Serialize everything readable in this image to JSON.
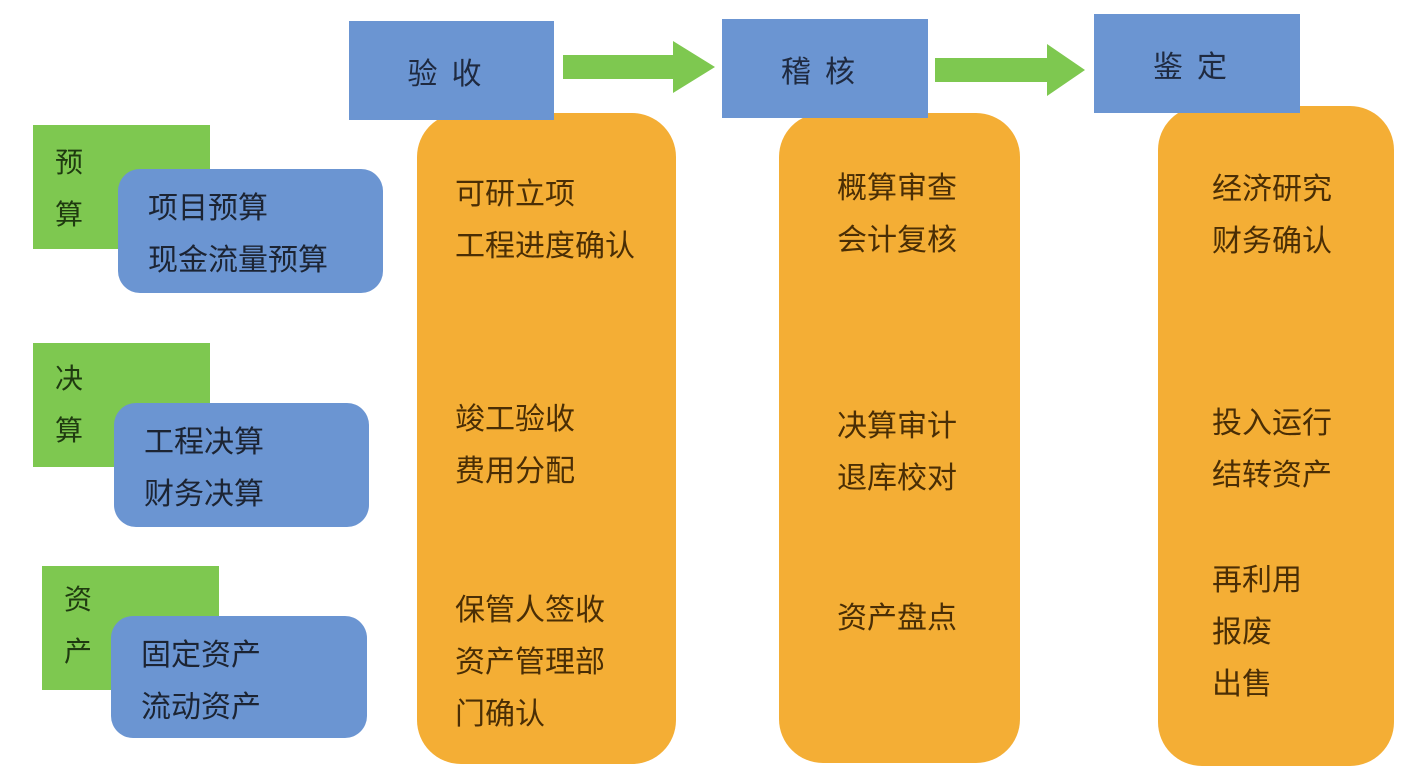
{
  "colors": {
    "green": "#7ec850",
    "blue": "#6b95d2",
    "orange": "#f4ae35"
  },
  "left_groups": [
    {
      "title_chars": [
        "预",
        "算"
      ],
      "items": [
        "项目预算",
        "现金流量预算"
      ]
    },
    {
      "title_chars": [
        "决",
        "算"
      ],
      "items": [
        "工程决算",
        "财务决算"
      ]
    },
    {
      "title_chars": [
        "资",
        "产"
      ],
      "items": [
        "固定资产",
        "流动资产"
      ]
    }
  ],
  "stages": [
    {
      "title": "验收",
      "groups": [
        [
          "可研立项",
          "工程进度确认"
        ],
        [
          "竣工验收",
          "费用分配"
        ],
        [
          "保管人签收",
          "资产管理部",
          "门确认"
        ]
      ]
    },
    {
      "title": "稽核",
      "groups": [
        [
          "概算审查",
          "会计复核"
        ],
        [
          "决算审计",
          "退库校对"
        ],
        [
          "资产盘点"
        ]
      ]
    },
    {
      "title": "鉴定",
      "groups": [
        [
          "经济研究",
          "财务确认"
        ],
        [
          "投入运行",
          "结转资产"
        ],
        [
          "再利用",
          "报废",
          "出售"
        ]
      ]
    }
  ]
}
